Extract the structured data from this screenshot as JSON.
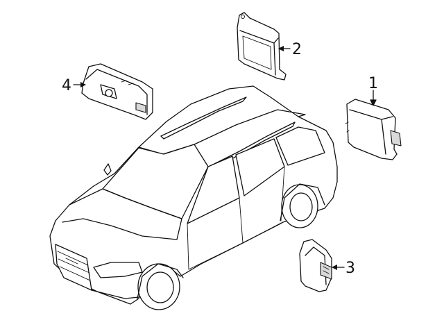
{
  "callouts": [
    {
      "id": "1",
      "label": "1"
    },
    {
      "id": "2",
      "label": "2"
    },
    {
      "id": "3",
      "label": "3"
    },
    {
      "id": "4",
      "label": "4"
    }
  ],
  "colors": {
    "line": "#111111",
    "background": "#ffffff",
    "shade": "#d9d9d9"
  }
}
